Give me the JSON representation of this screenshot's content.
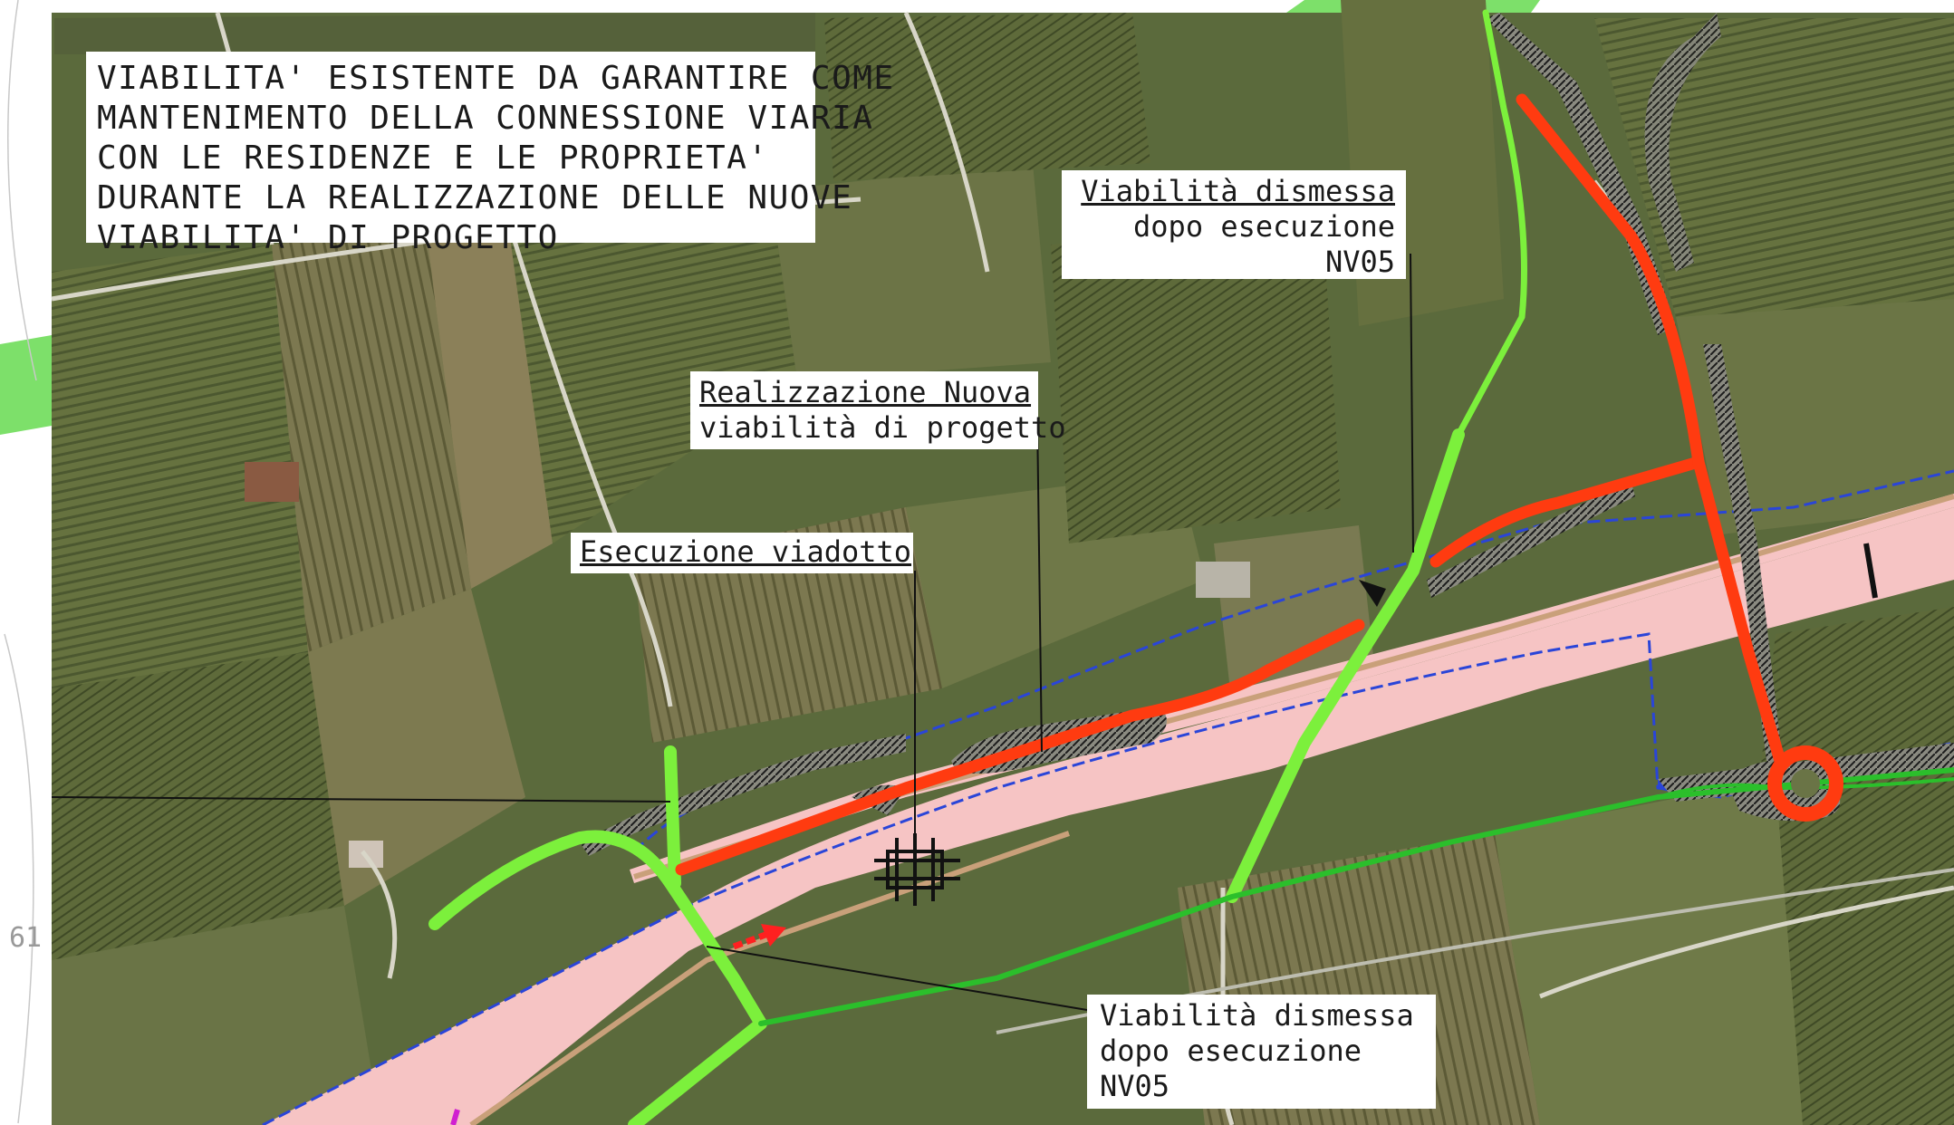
{
  "map": {
    "labels": {
      "existing_roads_note": [
        "VIABILITA' ESISTENTE DA GARANTIRE COME",
        "MANTENIMENTO DELLA CONNESSIONE VIARIA",
        "CON LE RESIDENZE E LE PROPRIETA'",
        "DURANTE LA REALIZZAZIONE DELLE NUOVE",
        "VIABILITA' DI PROGETTO"
      ],
      "dismissed_top": [
        "Viabilità dismessa",
        "dopo esecuzione",
        "NV05"
      ],
      "new_road": [
        "Realizzazione Nuova",
        "viabilità di progetto"
      ],
      "viaduct": "Esecuzione viadotto",
      "dismissed_bottom": [
        "Viabilità dismessa",
        "dopo esecuzione",
        "NV05"
      ],
      "sheet_number": "61"
    },
    "colors": {
      "satellite_base": "#5b6a3c",
      "field_tone_a": "#6e7a4a",
      "field_tone_b": "#8a8458",
      "railway_corridor": "#f6c4c4",
      "corridor_edge_tan": "#c9a07a",
      "corridor_boundary": "#2a45d8",
      "new_road": "#ff3b10",
      "existing_road_bright": "#7cf03c",
      "existing_road_dark": "#2bbf2b",
      "road_embankment": "#222222",
      "existing_white_road": "#d8d6c8",
      "direction_arrow": "#ff2020"
    },
    "icons": [
      "viaduct-symbol-icon",
      "roundabout-icon",
      "direction-arrow-icon"
    ]
  }
}
